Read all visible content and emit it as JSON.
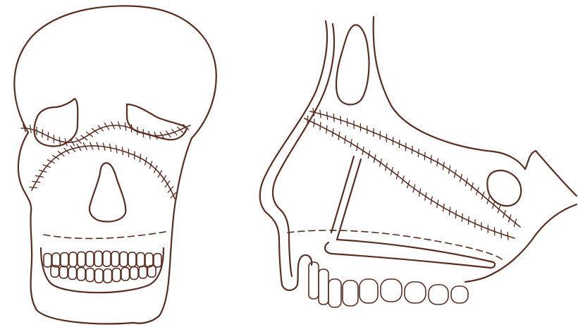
{
  "palette": {
    "ink": "#5a2d20",
    "paper": "#ffffff"
  },
  "figures": [
    {
      "view": "frontal",
      "elements": [
        "cranium",
        "orbits",
        "nasal-aperture",
        "maxilla",
        "mandible",
        "teeth",
        "suture-line-upper",
        "suture-line-lower",
        "dashed-osteotomy-line"
      ]
    },
    {
      "view": "lateral",
      "elements": [
        "nasal-profile",
        "frontal-sinus",
        "orbit",
        "maxilla-profile",
        "teeth",
        "suture-line-upper",
        "suture-line-lower",
        "dashed-osteotomy-line",
        "vertical-osteotomy-line"
      ]
    }
  ],
  "labels": []
}
